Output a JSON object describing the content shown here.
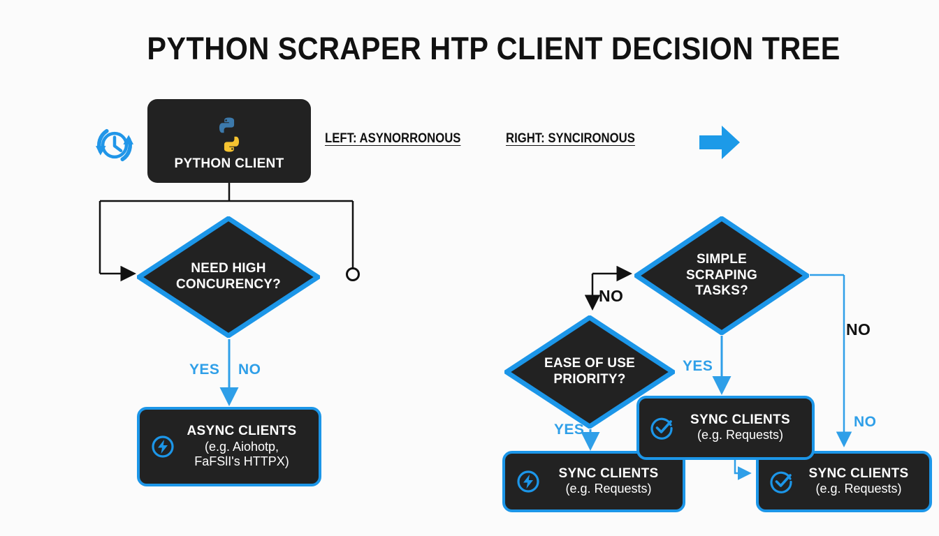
{
  "title": "PYTHON SCRAPER HTP CLIENT DECISION TREE",
  "colors": {
    "accent_blue": "#1c96e8",
    "label_blue": "#2f9fe8",
    "node_dark": "#222222",
    "background": "#fbfbfb",
    "text_black": "#111111",
    "python_blue": "#3c79ab",
    "python_yellow": "#f5c331"
  },
  "legend": {
    "left": "LEFT: ASYNORRONOUS",
    "right": "RIGHT: SYNCIRONOUS"
  },
  "icons": {
    "clock": "refresh-clock-icon",
    "arrow": "right-arrow-icon",
    "python": "python-logo-icon",
    "bolt": "lightning-bolt-icon",
    "check": "check-circle-icon"
  },
  "nodes": {
    "python_client": {
      "label": "PYTHON CLIENT"
    },
    "async_clients": {
      "title": "ASYNC CLIENTS",
      "line2": "(e.g. Aiohotp,",
      "line3": "FaFSlI's HTTPX)",
      "icon": "lightning-bolt-icon"
    },
    "sync_mid": {
      "title": "SYNC CLIENTS",
      "sub": "(e.g. Requests)",
      "icon": "check-circle-icon"
    },
    "sync_bottom_left": {
      "title": "SYNC CLIENTS",
      "sub": "(e.g. Requests)",
      "icon": "lightning-bolt-icon"
    },
    "sync_bottom_right": {
      "title": "SYNC CLIENTS",
      "sub": "(e.g. Requests)",
      "icon": "check-circle-icon"
    }
  },
  "decisions": {
    "concurrency": {
      "line1": "NEED HIGH",
      "line2": "CONCURENCY?"
    },
    "simple_scraping": {
      "line1": "SIMPLE",
      "line2": "SCRAPING",
      "line3": "TASKS?"
    },
    "ease_of_use": {
      "line1": "EASE OF USE",
      "line2": "PRIORITY?"
    }
  },
  "edge_labels": {
    "yes_left": "YES",
    "no_left": "NO",
    "no_mid": "NO",
    "yes_right": "YES",
    "no_upper_right": "NO",
    "no_lower_right": "NO",
    "yes_ease": "YES"
  }
}
